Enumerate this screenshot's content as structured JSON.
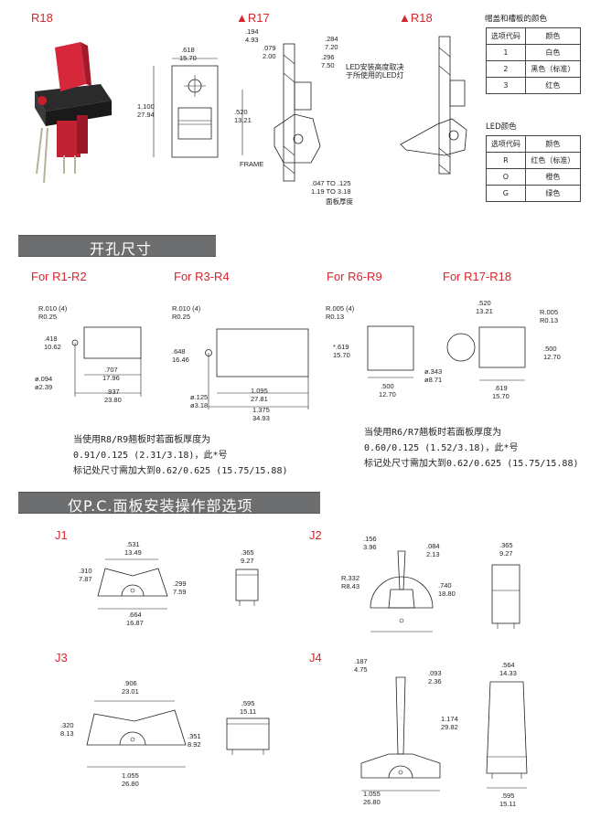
{
  "top": {
    "r18_label": "R18",
    "r17_label": "▲R17",
    "r18b_label": "▲R18",
    "front": {
      "w": ".618\n15.70",
      "h": "1.100\n27.94"
    },
    "side": {
      "d1": ".194\n4.93",
      "d2": ".079\n2.00",
      "d3": ".284\n7.20",
      "d4": ".296\n7.50",
      "d5": ".520\n13.21",
      "led_note": "LED安装高度取决\n于所使用的LED灯",
      "frame": "FRAME",
      "thick": ".047 TO .125\n1.19 TO 3.18",
      "thick_label": "面板厚度"
    },
    "cap_table": {
      "title": "帽盖和槽板的颜色",
      "headers": [
        "选项代码",
        "颜色"
      ],
      "rows": [
        [
          "1",
          "白色"
        ],
        [
          "2",
          "黑色（标准）"
        ],
        [
          "3",
          "红色"
        ]
      ]
    },
    "led_table": {
      "title": "LED颜色",
      "headers": [
        "选项代码",
        "颜色"
      ],
      "rows": [
        [
          "R",
          "红色（标准）"
        ],
        [
          "O",
          "橙色"
        ],
        [
          "G",
          "绿色"
        ]
      ]
    }
  },
  "cutout": {
    "heading": "开孔尺寸",
    "r1": {
      "label": "For R1-R2",
      "radius": "R.010 (4)\nR0.25",
      "h": ".418\n10.62",
      "d": "ø.094\nø2.39",
      "w1": ".707\n17.96",
      "w2": ".937\n23.80"
    },
    "r3": {
      "label": "For R3-R4",
      "radius": "R.010 (4)\nR0.25",
      "h": ".648\n16.46",
      "d": "ø.125\nø3.18",
      "w1": "1.095\n27.81",
      "w2": "1.375\n34.93"
    },
    "r6": {
      "label": "For R6-R9",
      "radius": "R.005 (4)\nR0.13",
      "h": "*.619\n15.70",
      "w": ".500\n12.70"
    },
    "r17": {
      "label": "For R17-R18",
      "radius": "R.005\nR0.13",
      "w1": ".520\n13.21",
      "h": ".500\n12.70",
      "d": "ø.343\nø8.71",
      "w2": ".619\n15.70"
    },
    "note1": "当使用R8/R9翘板时若面板厚度为\n0.91/0.125 (2.31/3.18)，此*号\n标记处尺寸需加大到0.62/0.625 (15.75/15.88)",
    "note2": "当使用R6/R7翘板时若面板厚度为\n0.60/0.125 (1.52/3.18)，此*号\n标记处尺寸需加大到0.62/0.625 (15.75/15.88)"
  },
  "options": {
    "heading": "仅P.C.面板安装操作部选项",
    "j1": {
      "label": "J1",
      "a": ".531\n13.49",
      "b": ".310\n7.87",
      "c": ".299\n7.59",
      "d": ".664\n16.87",
      "e": ".365\n9.27"
    },
    "j2": {
      "label": "J2",
      "a": ".156\n3.96",
      "b": ".084\n2.13",
      "r": "R.332\nR8.43",
      "c": ".740\n18.80",
      "e": ".365\n9.27"
    },
    "j3": {
      "label": "J3",
      "a": ".906\n23.01",
      "b": ".320\n8.13",
      "c": ".351\n8.92",
      "d": "1.055\n26.80",
      "e": ".595\n15.11"
    },
    "j4": {
      "label": "J4",
      "a": ".187\n4.75",
      "b": ".093\n2.36",
      "c": "1.174\n29.82",
      "d": "1.055\n26.80",
      "e": ".564\n14.33",
      "f": ".595\n15.11"
    }
  }
}
